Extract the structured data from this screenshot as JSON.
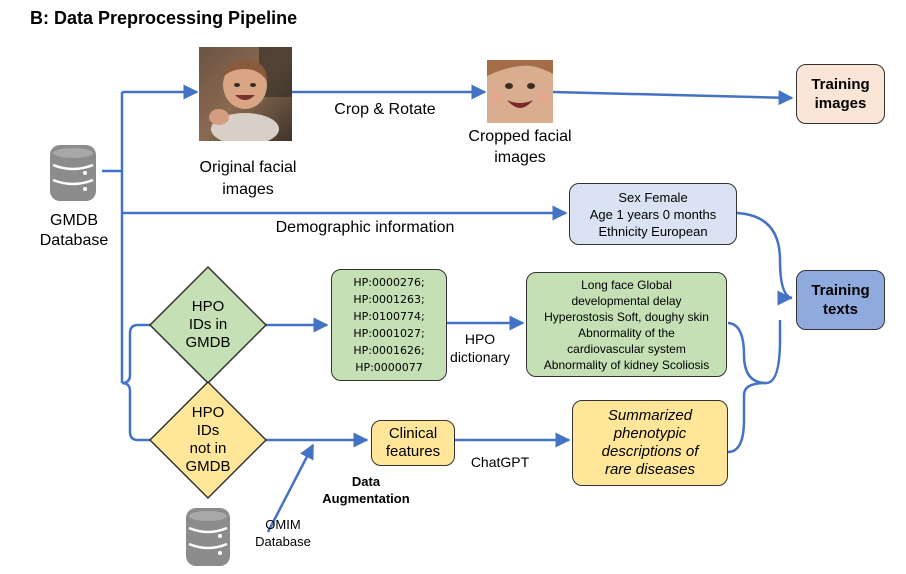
{
  "title": "B: Data Preprocessing Pipeline",
  "gmdb_label": "GMDB\nDatabase",
  "omim_label": "OMIM\nDatabase",
  "original_images_label": "Original facial\nimages",
  "crop_rotate_label": "Crop & Rotate",
  "cropped_images_label": "Cropped facial\nimages",
  "training_images_label": "Training\nimages",
  "demographic_label": "Demographic information",
  "demographic_box": "Sex Female\nAge 1 years 0 months\nEthnicity European",
  "training_texts_label": "Training\ntexts",
  "hpo_in_gmdb": "HPO\nIDs in\nGMDB",
  "hpo_not_in_gmdb": "HPO\nIDs\nnot in\nGMDB",
  "hpo_ids": "HP:0000276;\nHP:0001263;\nHP:0100774;\nHP:0001027;\nHP:0001626;\nHP:0000077",
  "hpo_dictionary_label": "HPO\ndictionary",
  "phenotype_box": "Long face Global\ndevelopmental delay\nHyperostosis Soft, doughy skin\nAbnormality of the\ncardiovascular system\nAbnormality of kidney Scoliosis",
  "clinical_features": "Clinical\nfeatures",
  "chatgpt_label": "ChatGPT",
  "summarized_box": "Summarized\nphenotypic\ndescriptions of\nrare diseases",
  "data_augmentation_label": "Data\nAugmentation",
  "icons": {
    "database": "database-icon",
    "original_photo": "infant-face-photo",
    "cropped_photo": "cropped-face-photo"
  },
  "colors": {
    "arrow": "#4472C4",
    "training_images_fill": "#FBE5D6",
    "demographic_fill": "#DAE3F3",
    "training_texts_fill": "#8FAADC",
    "green_fill": "#C5E0B4",
    "yellow_fill": "#FFE699"
  }
}
